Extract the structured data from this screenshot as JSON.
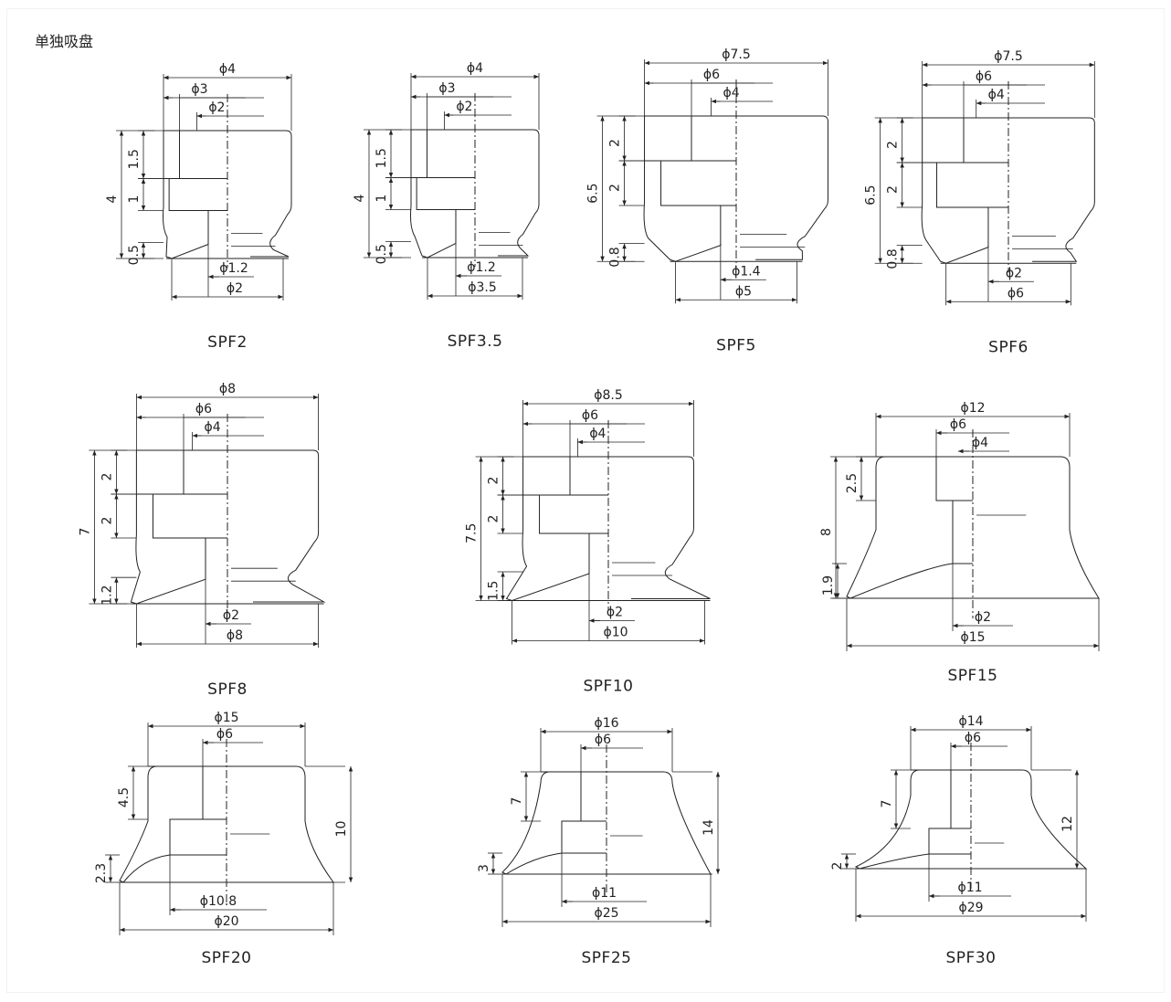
{
  "page": {
    "title": "单独吸盘"
  },
  "cups": [
    {
      "model": "SPF2",
      "dims": [
        "ϕ4",
        "ϕ3",
        "ϕ2",
        "1.5",
        "1",
        "4",
        "0.5",
        "ϕ1.2",
        "ϕ2"
      ]
    },
    {
      "model": "SPF3.5",
      "dims": [
        "ϕ4",
        "ϕ3",
        "ϕ2",
        "1.5",
        "1",
        "4",
        "0.5",
        "ϕ1.2",
        "ϕ3.5"
      ]
    },
    {
      "model": "SPF5",
      "dims": [
        "ϕ7.5",
        "ϕ6",
        "ϕ4",
        "2",
        "2",
        "6.5",
        "0.8",
        "ϕ1.4",
        "ϕ5"
      ]
    },
    {
      "model": "SPF6",
      "dims": [
        "ϕ7.5",
        "ϕ6",
        "ϕ4",
        "2",
        "2",
        "6.5",
        "0.8",
        "ϕ2",
        "ϕ6"
      ]
    },
    {
      "model": "SPF8",
      "dims": [
        "ϕ8",
        "ϕ6",
        "ϕ4",
        "2",
        "2",
        "7",
        "1.2",
        "ϕ2",
        "ϕ8"
      ]
    },
    {
      "model": "SPF10",
      "dims": [
        "ϕ8.5",
        "ϕ6",
        "ϕ4",
        "2",
        "2",
        "7.5",
        "1.5",
        "ϕ2",
        "ϕ10"
      ]
    },
    {
      "model": "SPF15",
      "dims": [
        "ϕ12",
        "ϕ6",
        "ϕ4",
        "2.5",
        "8",
        "1.9",
        "ϕ2",
        "ϕ15"
      ]
    },
    {
      "model": "SPF20",
      "dims": [
        "ϕ15",
        "ϕ6",
        "4.5",
        "10",
        "2.3",
        "ϕ10.8",
        "ϕ20"
      ]
    },
    {
      "model": "SPF25",
      "dims": [
        "ϕ16",
        "ϕ6",
        "7",
        "14",
        "3",
        "ϕ11",
        "ϕ25"
      ]
    },
    {
      "model": "SPF30",
      "dims": [
        "ϕ14",
        "ϕ6",
        "7",
        "12",
        "2",
        "ϕ11",
        "ϕ29"
      ]
    }
  ]
}
